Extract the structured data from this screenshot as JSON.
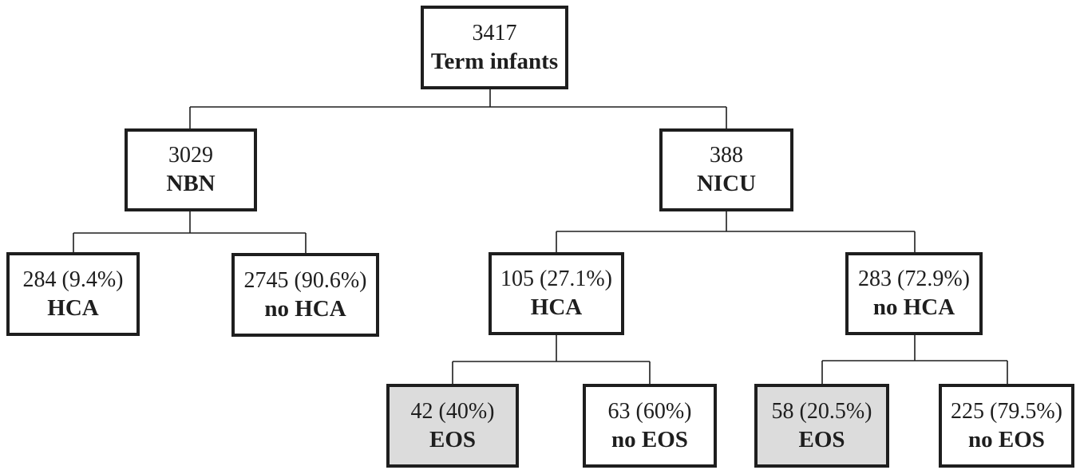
{
  "flowchart": {
    "root": {
      "count": "3417",
      "label": "Term infants"
    },
    "nbn": {
      "count": "3029",
      "label": "NBN"
    },
    "nicu": {
      "count": "388",
      "label": "NICU"
    },
    "nbn_hca": {
      "count": "284 (9.4%)",
      "label": "HCA"
    },
    "nbn_no_hca": {
      "count": "2745 (90.6%)",
      "label": "no HCA"
    },
    "nicu_hca": {
      "count": "105 (27.1%)",
      "label": "HCA"
    },
    "nicu_no_hca": {
      "count": "283 (72.9%)",
      "label": "no HCA"
    },
    "hca_eos": {
      "count": "42 (40%)",
      "label": "EOS"
    },
    "hca_no_eos": {
      "count": "63 (60%)",
      "label": "no EOS"
    },
    "nohca_eos": {
      "count": "58 (20.5%)",
      "label": "EOS"
    },
    "nohca_no_eos": {
      "count": "225 (79.5%)",
      "label": "no EOS"
    }
  },
  "colors": {
    "border": "#1e1e1e",
    "box_fill": "#ffffff",
    "highlight_fill": "#dcdcdc",
    "connector": "#1e1e1e"
  }
}
